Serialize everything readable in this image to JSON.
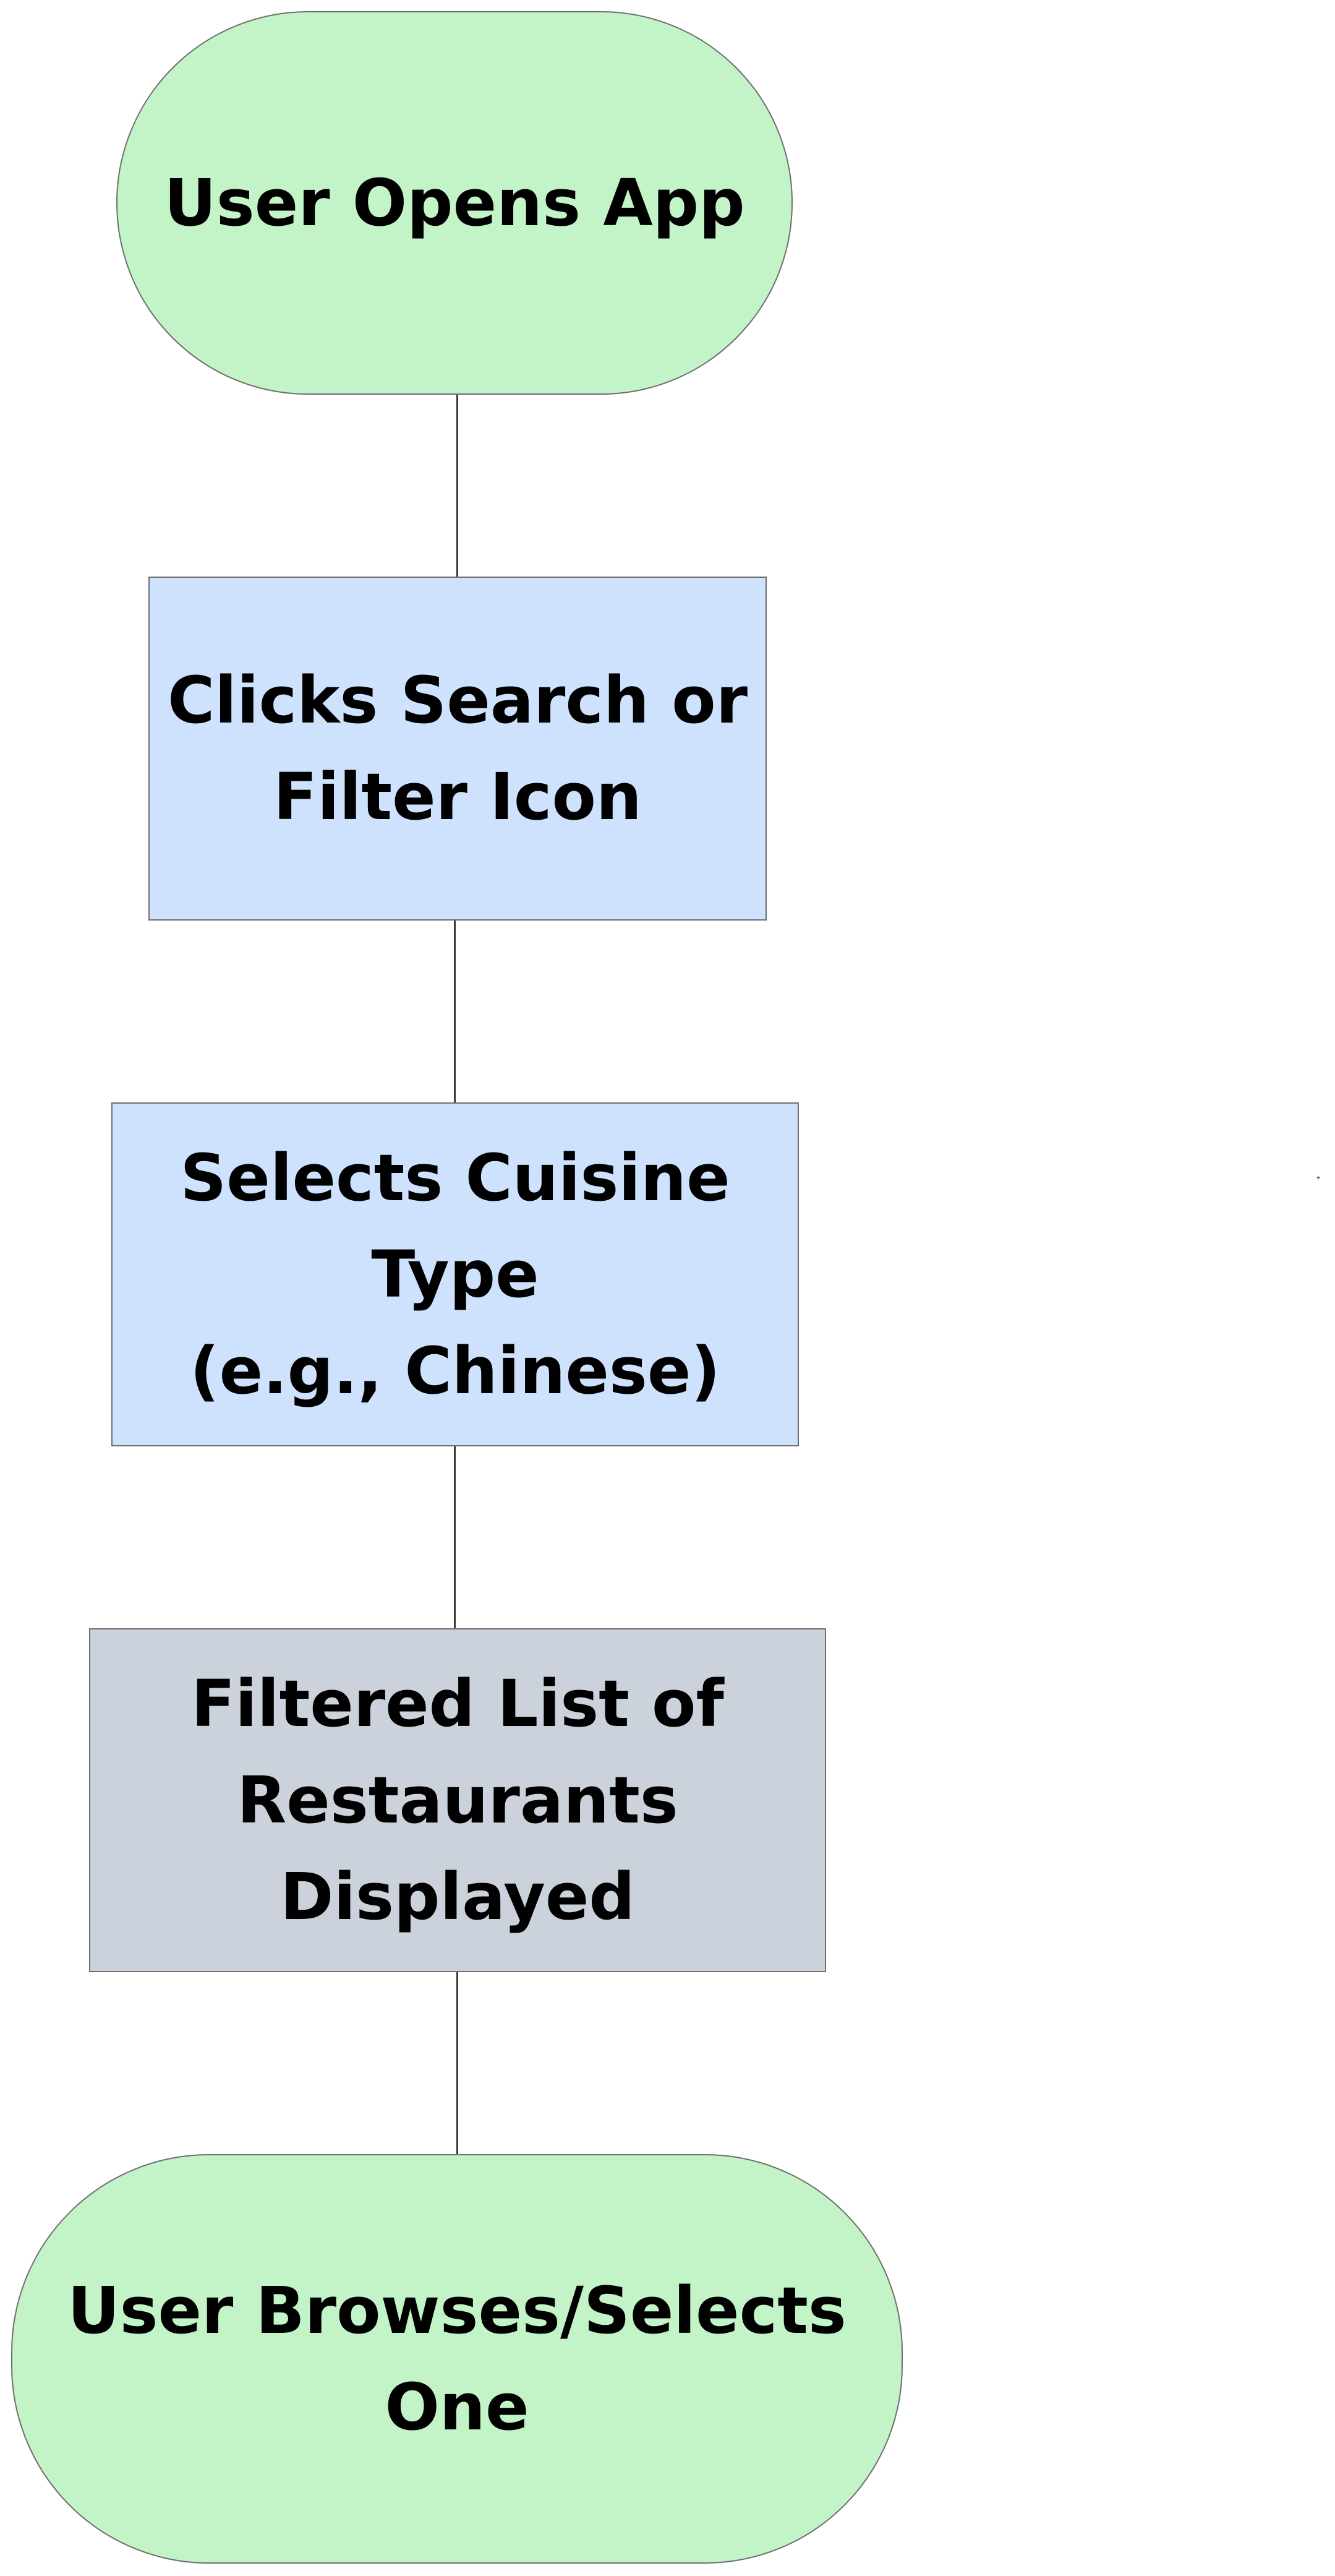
{
  "diagram": {
    "type": "flowchart",
    "colors": {
      "terminal_fill": "#c3f4c7",
      "process_fill": "#cfe2fd",
      "output_fill": "#ccd2db",
      "stroke": "#6e6e6e",
      "connector": "#3a3a3a"
    },
    "nodes": [
      {
        "id": "start",
        "shape": "terminal",
        "label": "User Opens App"
      },
      {
        "id": "search",
        "shape": "process",
        "label": "Clicks Search or\nFilter Icon"
      },
      {
        "id": "cuisine",
        "shape": "process",
        "label": "Selects Cuisine Type\n(e.g., Chinese)"
      },
      {
        "id": "results",
        "shape": "output",
        "label": "Filtered List of\nRestaurants Displayed"
      },
      {
        "id": "end",
        "shape": "terminal",
        "label": "User Browses/Selects One"
      }
    ],
    "edges": [
      {
        "from": "start",
        "to": "search"
      },
      {
        "from": "search",
        "to": "cuisine"
      },
      {
        "from": "cuisine",
        "to": "results"
      },
      {
        "from": "results",
        "to": "end"
      }
    ]
  }
}
